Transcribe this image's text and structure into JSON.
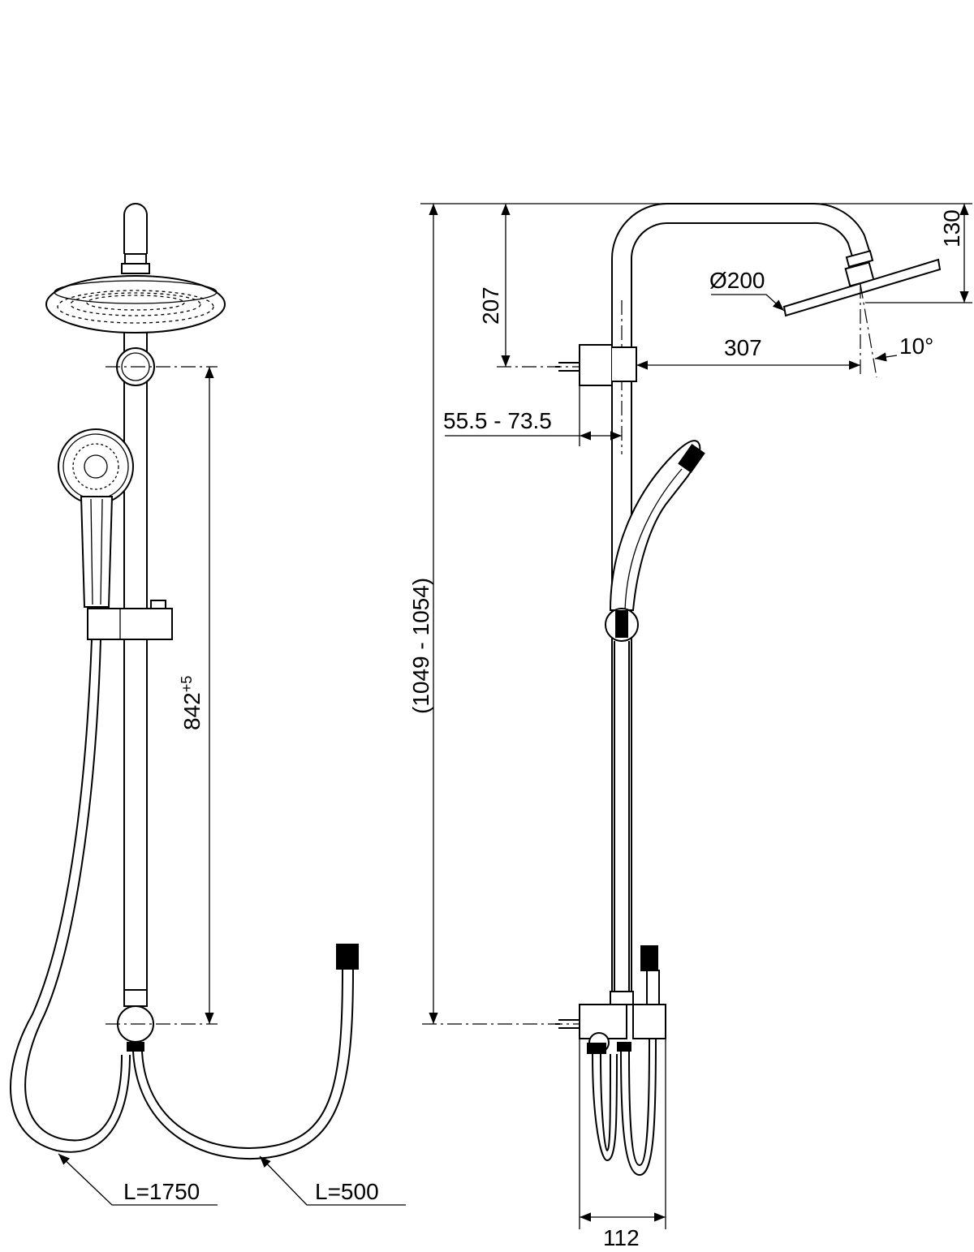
{
  "dimensions": {
    "height_total": "(1049 - 1054)",
    "top_to_bracket": "207",
    "rain_head_height": "130",
    "rain_head_diameter": "Ø200",
    "arm_reach": "307",
    "head_tilt": "10°",
    "wall_distance": "55.5 - 73.5",
    "bracket_spacing": "842",
    "bracket_spacing_tol": "+5",
    "base_width": "112"
  },
  "hoses": {
    "hand_shower_hose": "L=1750",
    "rain_supply_hose": "L=500"
  }
}
